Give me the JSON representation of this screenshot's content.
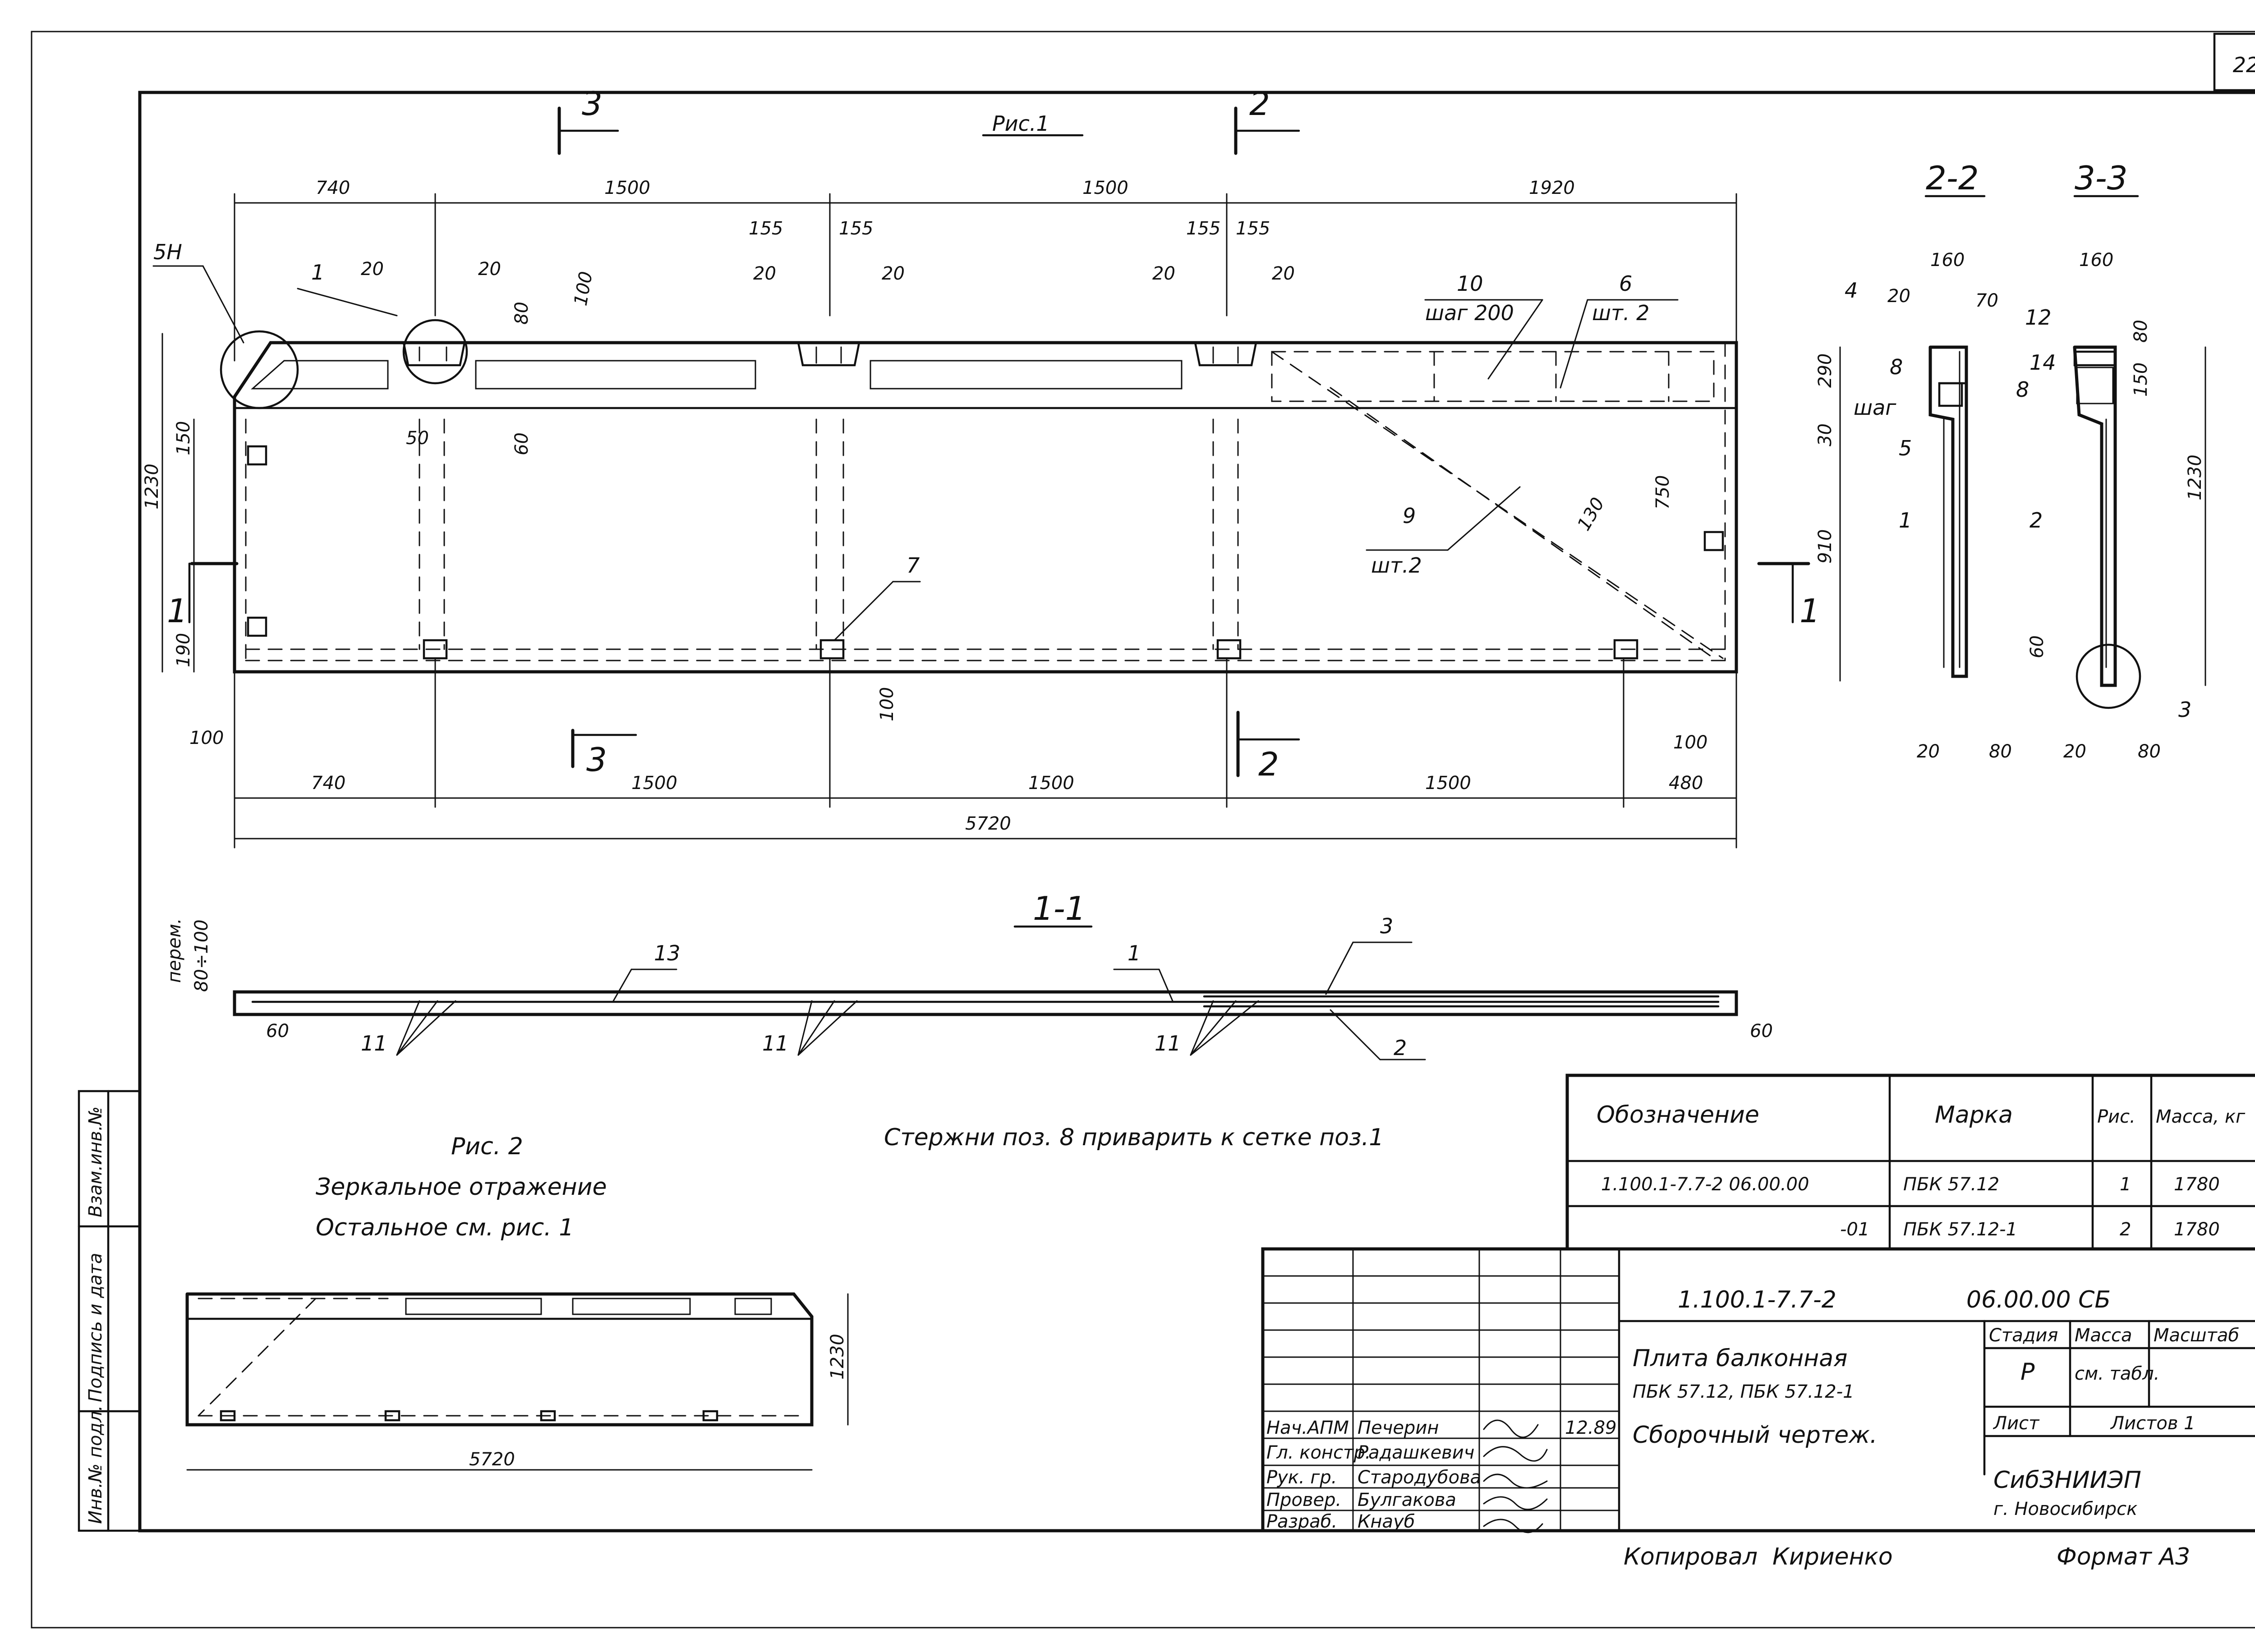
{
  "sheet": {
    "page_number": "22"
  },
  "figure1": {
    "title": "Рис.1",
    "dims_top": [
      "740",
      "1500",
      "1500",
      "1920"
    ],
    "dims_bottom": [
      "740",
      "1500",
      "1500",
      "1500",
      "480"
    ],
    "dim_total": "5720",
    "dim_height": "1230",
    "dims_misc": [
      "155",
      "155",
      "20",
      "80",
      "60",
      "50",
      "150",
      "190",
      "100",
      "750",
      "130"
    ],
    "callouts": {
      "c5h": "5Н",
      "c1": "1",
      "c100": "100",
      "c10": "10",
      "step200": "шаг 200",
      "c6": "6",
      "qty2a": "шт. 2",
      "c9": "9",
      "qty2b": "шт.2",
      "c7": "7"
    },
    "sections": {
      "s1": "1",
      "s2": "2",
      "s3": "3"
    }
  },
  "section22": {
    "title": "2-2",
    "dims": [
      "160",
      "20",
      "70",
      "290",
      "30",
      "910",
      "60",
      "20",
      "80"
    ],
    "callouts": [
      "4",
      "12",
      "8",
      "шаг",
      "8",
      "5",
      "1",
      "2"
    ]
  },
  "section33": {
    "title": "3-3",
    "dims": [
      "160",
      "80",
      "150",
      "1230",
      "20",
      "80"
    ],
    "callouts": [
      "14",
      "3"
    ]
  },
  "section11": {
    "title": "1-1",
    "dims": [
      "перем.",
      "80÷100",
      "60",
      "60"
    ],
    "callouts": [
      "13",
      "1",
      "3",
      "2",
      "11",
      "11",
      "11"
    ]
  },
  "note": "Стержни поз. 8 приварить к сетке поз.1",
  "figure2": {
    "title": "Рис. 2",
    "line1": "Зеркальное отражение",
    "line2": "Остальное см. рис. 1",
    "dim_height": "1230",
    "dim_total": "5720"
  },
  "spec_table": {
    "headers": [
      "Обозначение",
      "Марка",
      "Рис.",
      "Масса, кг"
    ],
    "rows": [
      [
        "1.100.1-7.7-2 06.00.00",
        "ПБК 57.12",
        "1",
        "1780"
      ],
      [
        "-01",
        "ПБК 57.12-1",
        "2",
        "1780"
      ]
    ]
  },
  "title_block": {
    "doc_code": "1.100.1-7.7-2",
    "doc_suffix": "06.00.00 СБ",
    "name_line1": "Плита балконная",
    "name_line2": "ПБК 57.12, ПБК 57.12-1",
    "name_line3": "Сборочный чертеж.",
    "stage_label": "Стадия",
    "mass_label": "Масса",
    "scale_label": "Масштаб",
    "stage": "Р",
    "mass_value": "см. табл.",
    "sheet_label": "Лист",
    "sheets_label": "Листов 1",
    "org_line1": "СибЗНИИЭП",
    "org_line2": "г. Новосибирск",
    "date": "12.89",
    "people": [
      {
        "role": "Нач.АПМ",
        "name": "Печерин"
      },
      {
        "role": "Гл. констр.",
        "name": "Радашкевич"
      },
      {
        "role": "Рук. гр.",
        "name": "Стародубова"
      },
      {
        "role": "Провер.",
        "name": "Булгакова"
      },
      {
        "role": "Разраб.",
        "name": "Кнауб"
      }
    ]
  },
  "side_stamp": [
    "Инв.№ подл.",
    "Подпись и дата",
    "Взам.инв.№"
  ],
  "footer": {
    "copied": "Копировал",
    "copier": "Кириенко",
    "format": "Формат А3"
  }
}
